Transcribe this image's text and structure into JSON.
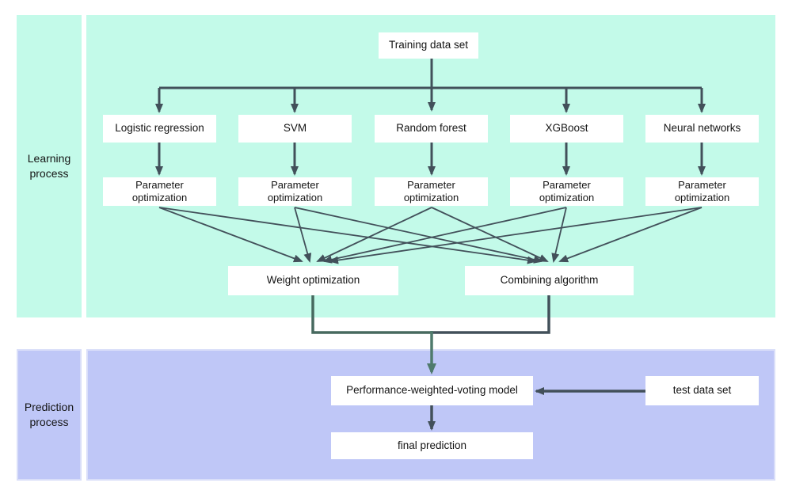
{
  "sections": {
    "learning": {
      "label": "Learning\nprocess"
    },
    "prediction": {
      "label": "Prediction\nprocess"
    }
  },
  "nodes": {
    "training": "Training data set",
    "models": [
      "Logistic regression",
      "SVM",
      "Random forest",
      "XGBoost",
      "Neural networks"
    ],
    "parameter": "Parameter\noptimization",
    "weight": "Weight optimization",
    "combining": "Combining algorithm",
    "pwv": "Performance-weighted-voting model",
    "test": "test data set",
    "final": "final prediction"
  },
  "colors": {
    "mint": "#c3fae9",
    "lavender": "#bfc7f7",
    "lavender-border": "#d9def9",
    "line-slate": "#42505a",
    "line-teal": "#47695f",
    "line-teal2": "#4f7a6c"
  }
}
